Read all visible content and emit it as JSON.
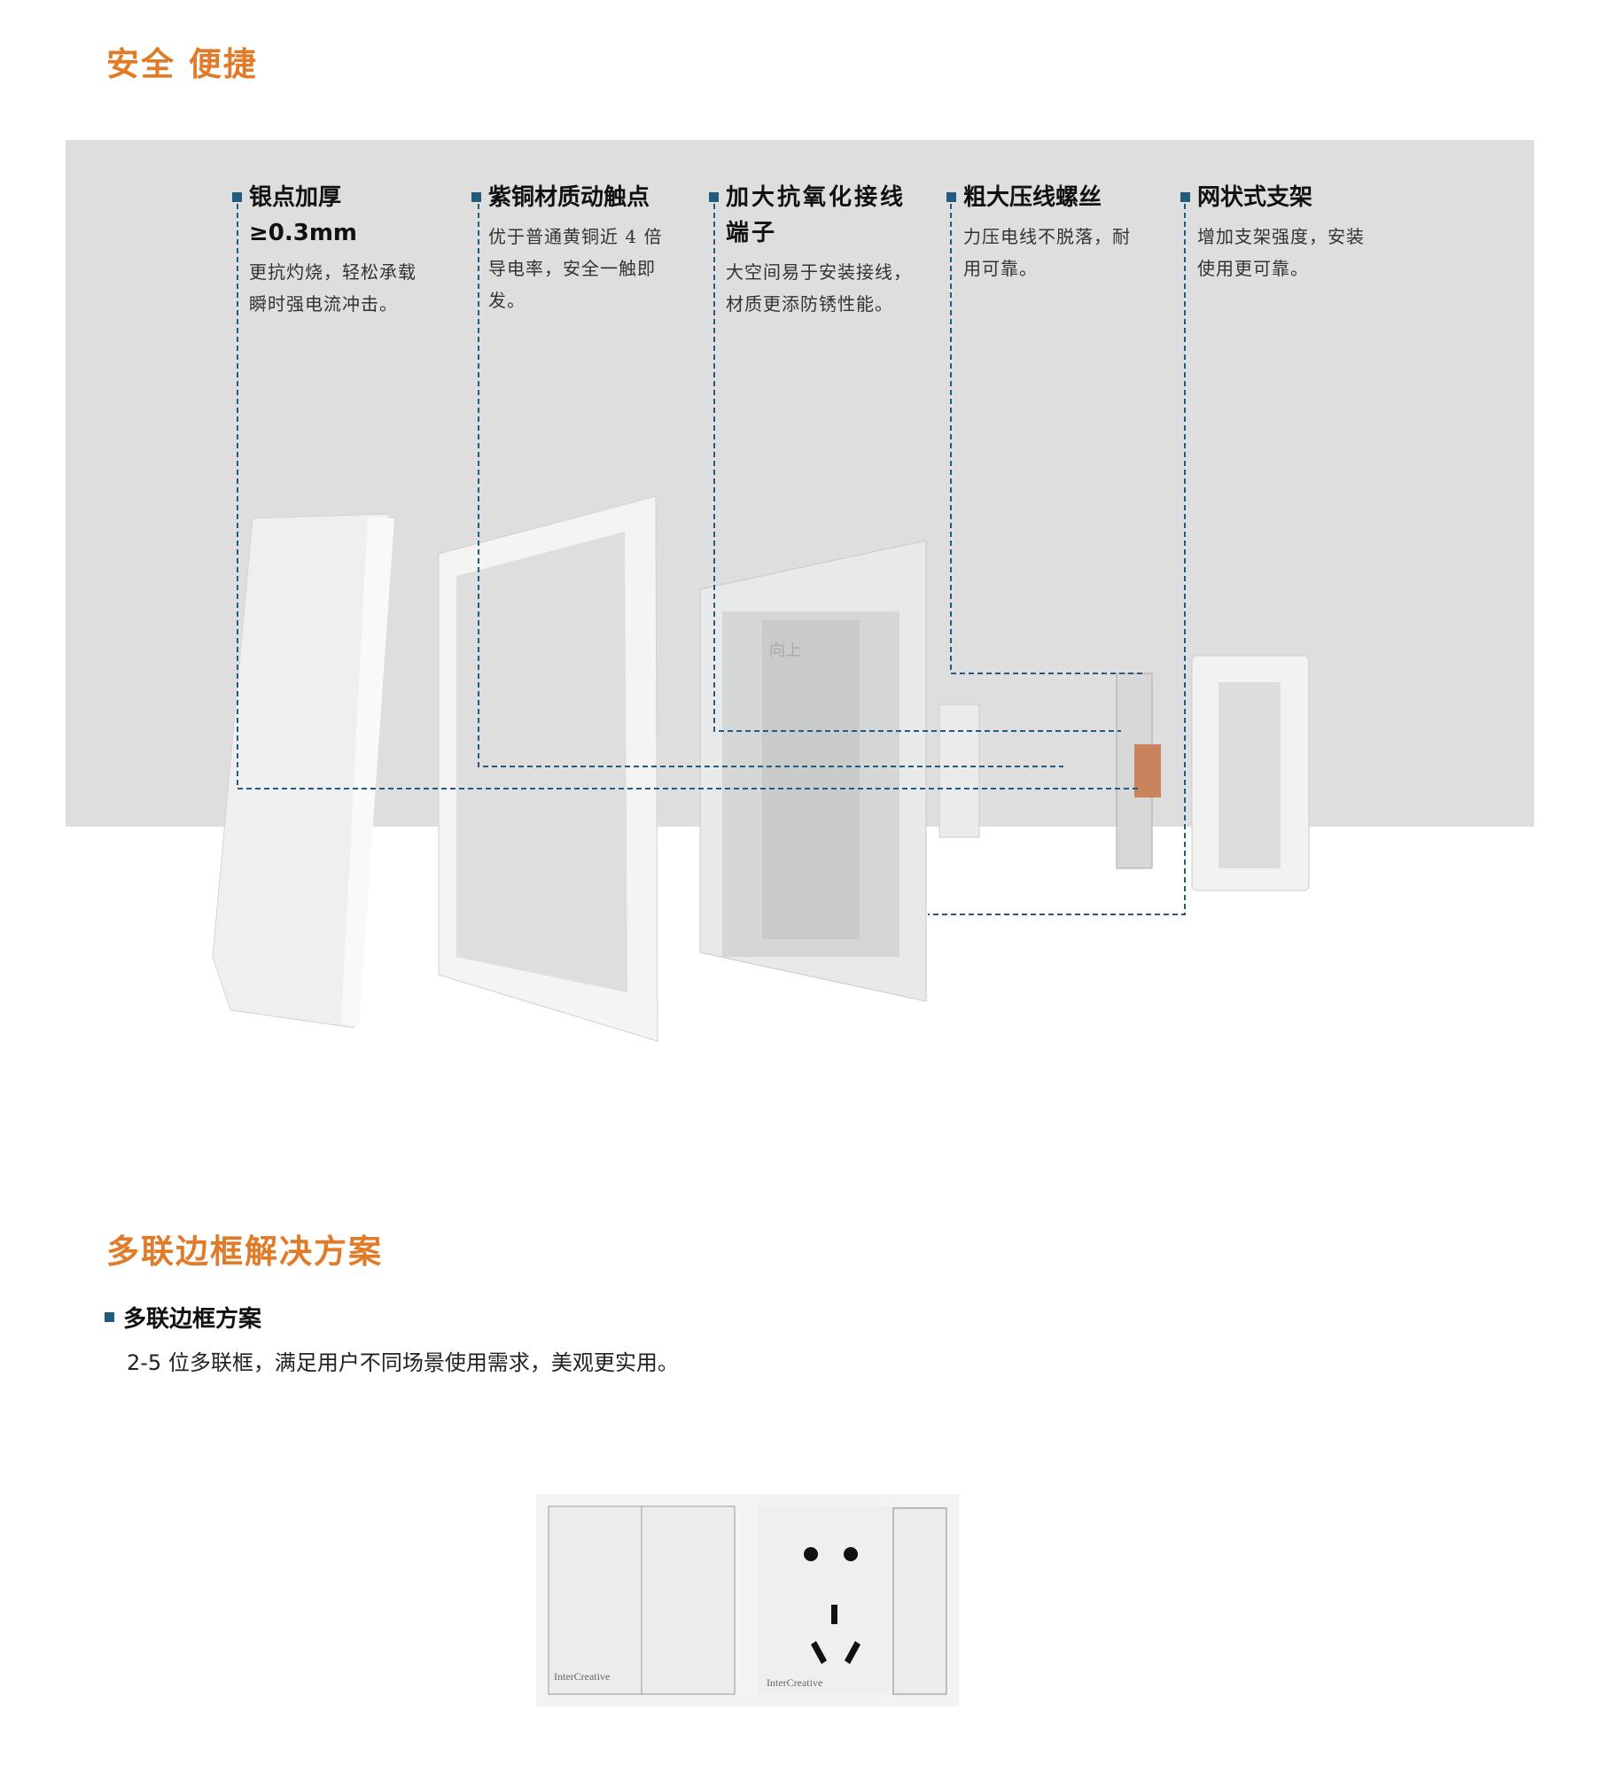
{
  "section1": {
    "title": "安全  便捷",
    "features": [
      {
        "title": "银点加厚≥0.3mm",
        "body": [
          "更抗灼烧，轻松承载",
          "瞬时强电流冲击。"
        ]
      },
      {
        "title": "紫铜材质动触点",
        "body": [
          "优于普通黄铜近 4 倍",
          "导电率，安全一触即",
          "发。"
        ]
      },
      {
        "title": "加大抗氧化接线端子",
        "body": [
          "大空间易于安装接线，",
          "材质更添防锈性能。"
        ]
      },
      {
        "title": "粗大压线螺丝",
        "body": [
          "力压电线不脱落，耐",
          "用可靠。"
        ]
      },
      {
        "title": "网状式支架",
        "body": [
          "增加支架强度，安装",
          "使用更可靠。"
        ]
      }
    ],
    "mount_label": "向上"
  },
  "section2": {
    "title": "多联边框解决方案",
    "subtitle": "多联边框方案",
    "description": "2-5 位多联框，满足用户不同场景使用需求，美观更实用。",
    "brand": "InterCreative"
  },
  "colors": {
    "accent": "#e07b2a",
    "marker": "#225a80"
  }
}
